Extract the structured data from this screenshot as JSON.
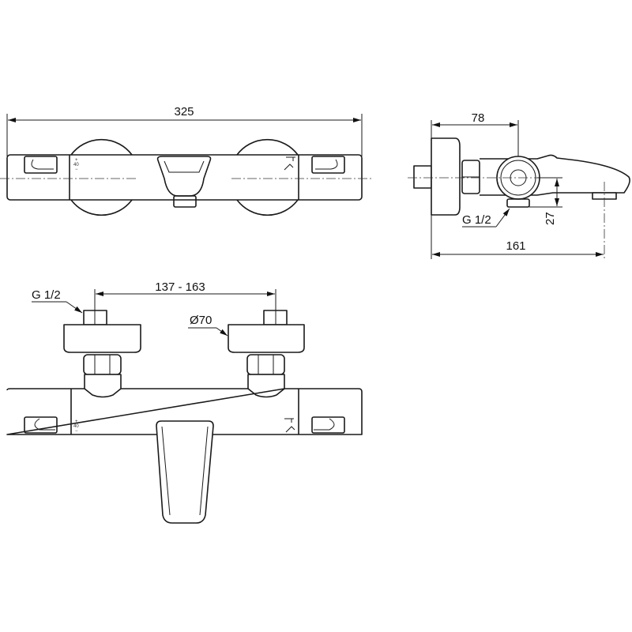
{
  "top_view": {
    "width_dim": "325",
    "temp_marks": {
      "plus": "+",
      "value": "40",
      "minus": "−"
    }
  },
  "side_view": {
    "depth_dim": "78",
    "outlet_thread": "G 1/2",
    "outlet_height_dim": "27",
    "spout_reach_dim": "161"
  },
  "front_view": {
    "inlet_thread": "G 1/2",
    "centers_dim": "137 - 163",
    "flange_diameter": "Ø70",
    "temp_marks": {
      "plus": "+",
      "value": "40",
      "minus": "−"
    }
  },
  "colors": {
    "line": "#1a1a1a",
    "background": "#ffffff"
  }
}
